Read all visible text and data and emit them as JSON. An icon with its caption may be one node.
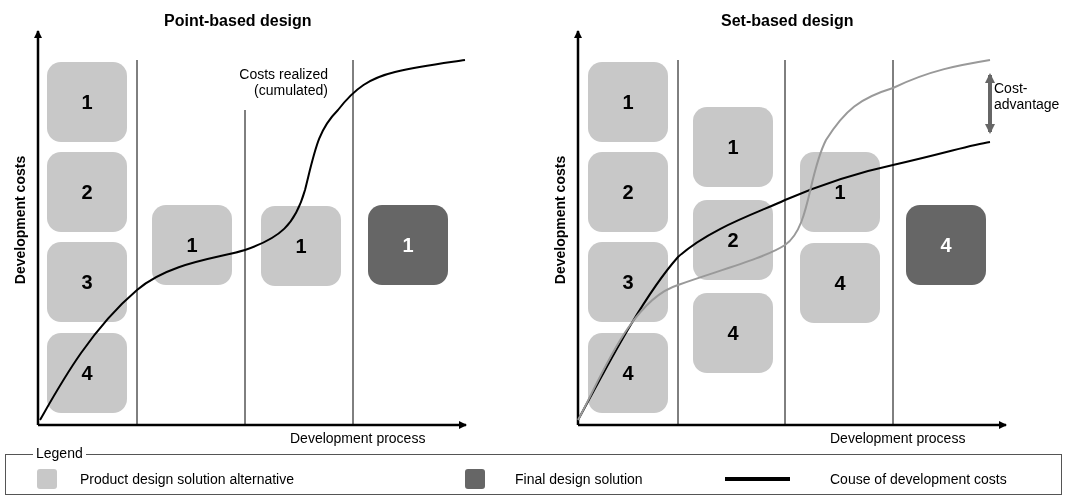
{
  "diagram": {
    "nodes": [
      {
        "text": [
          "1"
        ]
      },
      {
        "text": [
          "2"
        ]
      },
      {
        "text": [
          "3"
        ]
      },
      {
        "text": [
          "4"
        ]
      },
      {
        "text": [
          "1"
        ]
      },
      {
        "text": [
          "1"
        ]
      },
      {
        "text": [
          "1"
        ]
      },
      {
        "text": [
          "1"
        ]
      },
      {
        "text": [
          "2"
        ]
      },
      {
        "text": [
          "3"
        ]
      },
      {
        "text": [
          "4"
        ]
      },
      {
        "text": [
          "1"
        ]
      },
      {
        "text": [
          "2"
        ]
      },
      {
        "text": [
          "4"
        ]
      },
      {
        "text": [
          "1"
        ]
      },
      {
        "text": [
          "4"
        ]
      },
      {
        "text": [
          "4"
        ]
      }
    ],
    "edges": [],
    "labels": [
      "Point-based design",
      "Set-based design",
      "Costs realized (cumulated)",
      "Cost- advantage",
      "Development costs",
      "Development costs",
      "Development process",
      "Development process",
      "Legend"
    ],
    "legend": [
      {
        "text": "Product design solution alternative",
        "color": "#c8c8c8"
      },
      {
        "text": "Final design solution",
        "color": "#666666"
      },
      {
        "text": "Couse of development costs"
      }
    ]
  }
}
